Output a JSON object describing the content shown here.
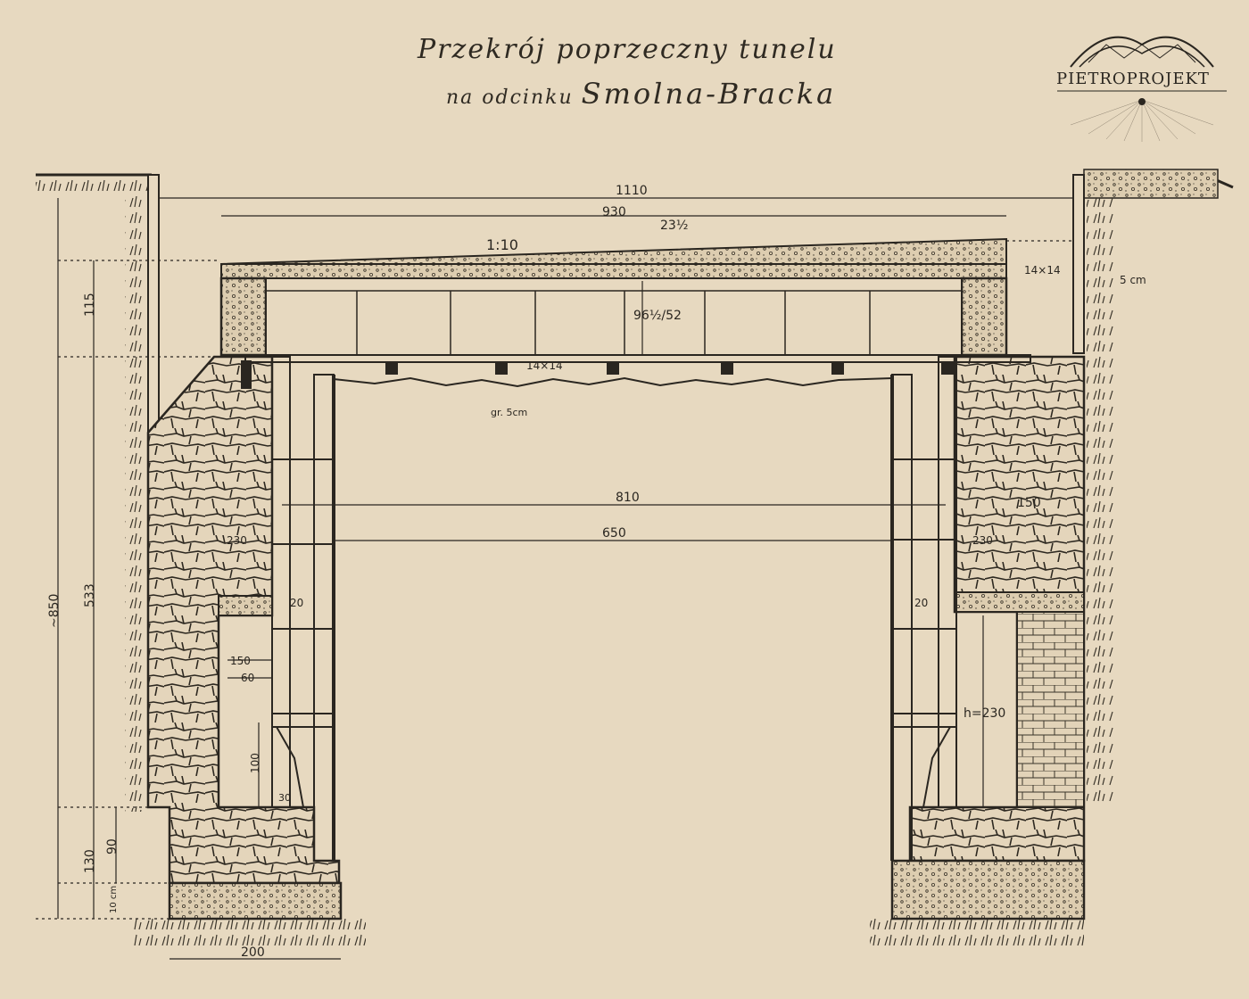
{
  "title": {
    "line1": "Przekrój poprzeczny tunelu",
    "line2_prefix": "na odcinku",
    "line2_main": "Smolna-Bracka"
  },
  "logo": {
    "text": "PIETROPROJEKT"
  },
  "dimensions": {
    "d1110": "1110",
    "d930": "930",
    "d23_5": "23½",
    "slope": "1:10",
    "d14x14_top": "14×14",
    "d5cm_right": "5 cm",
    "d96_52": "96½/52",
    "d14x14_beams": "14×14",
    "gr5cm": "gr. 5cm",
    "d810": "810",
    "d650": "650",
    "d150_right": "150",
    "d230_left": "230",
    "d230_right": "230",
    "d20_left": "20",
    "d20_right": "20",
    "d150_left": "150",
    "d60": "60",
    "d100": "100",
    "d30": "30",
    "h230": "h=230",
    "d115": "115",
    "d533": "533",
    "d850": "~850",
    "d130": "130",
    "d90": "90",
    "d10cm": "10 cm",
    "d200": "200"
  }
}
